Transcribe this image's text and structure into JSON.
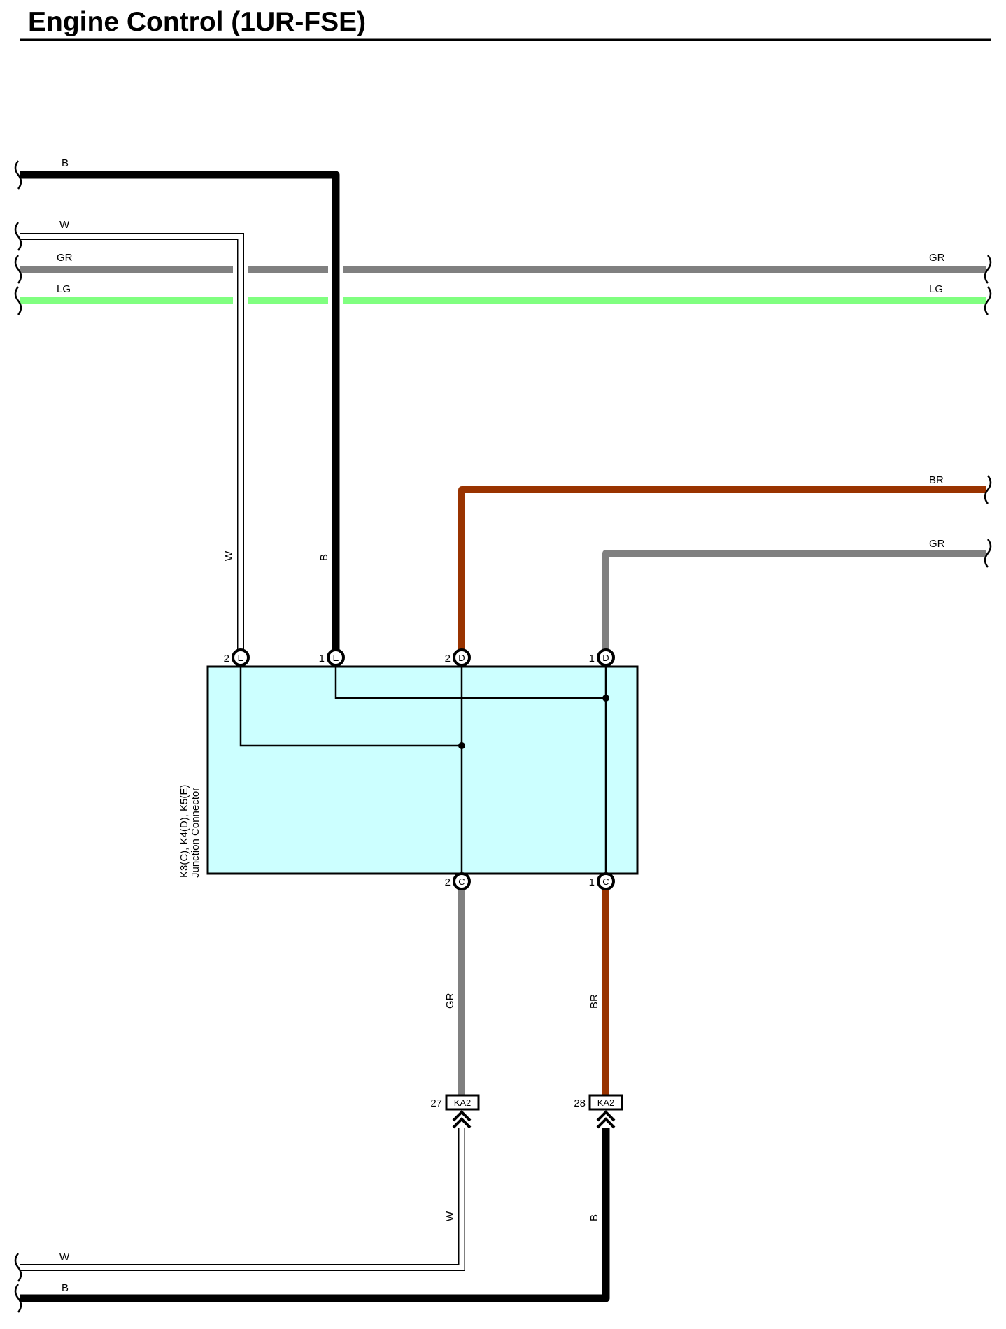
{
  "title": "Engine Control (1UR-FSE)",
  "colors": {
    "B": "#000000",
    "W": "#ffffff",
    "GR": "#808080",
    "LG": "#80ff80",
    "BR": "#993300",
    "junction_fill": "#ccffff"
  },
  "wires": {
    "b_top": "B",
    "w_top": "W",
    "gr_main_left": "GR",
    "gr_main_right": "GR",
    "lg_main_left": "LG",
    "lg_main_right": "LG",
    "w_vertical": "W",
    "b_vertical": "B",
    "br_top_right": "BR",
    "gr_top_right": "GR",
    "gr_lower": "GR",
    "br_lower": "BR",
    "w_bottom_vertical": "W",
    "b_bottom_vertical": "B",
    "w_bottom": "W",
    "b_bottom": "B"
  },
  "junction": {
    "name": "K3(C), K4(D), K5(E)",
    "type": "Junction Connector",
    "pins": [
      {
        "num": "2",
        "letter": "E"
      },
      {
        "num": "1",
        "letter": "E"
      },
      {
        "num": "2",
        "letter": "D"
      },
      {
        "num": "1",
        "letter": "D"
      },
      {
        "num": "2",
        "letter": "C"
      },
      {
        "num": "1",
        "letter": "C"
      }
    ]
  },
  "connectors": [
    {
      "pin": "27",
      "code": "KA2"
    },
    {
      "pin": "28",
      "code": "KA2"
    }
  ]
}
